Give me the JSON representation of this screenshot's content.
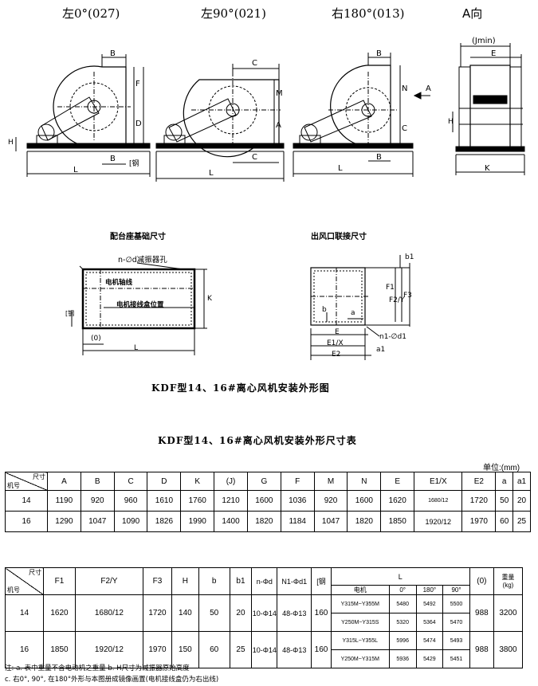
{
  "views": [
    {
      "title": "左0°(027)"
    },
    {
      "title": "左90°(021)"
    },
    {
      "title": "右180°(013)"
    },
    {
      "title": "A向"
    }
  ],
  "dims": {
    "B": "B",
    "F": "F",
    "D": "D",
    "H": "H",
    "L": "L",
    "steel": "[钢",
    "C": "C",
    "M": "M",
    "A": "A",
    "N": "N",
    "E": "E",
    "K": "K",
    "Jmin": "(Jmin)",
    "arrowA": "A"
  },
  "base": {
    "title": "配台座基础尺寸",
    "holes": "n-∅d减振器孔",
    "motor_axis": "电机轴线",
    "junction": "电机接线盒位置",
    "O": "(0)",
    "L": "L",
    "K": "K",
    "steel": "[钢"
  },
  "outlet": {
    "title": "出风口联接尺寸",
    "b1": "b1",
    "F1": "F1",
    "F2Y": "F2/Y",
    "F3": "F3",
    "b": "b",
    "a": "a",
    "n1d1": "n1-∅d1",
    "a1": "a1",
    "E": "E",
    "E1X": "E1/X",
    "E2": "E2"
  },
  "figure_caption": "KDF型14、16#离心风机安装外形图",
  "table_caption": "KDF型14、16#离心风机安装外形尺寸表",
  "unit": "单位:(mm)",
  "table1": {
    "corner_top": "尺寸",
    "corner_bottom": "机号",
    "headers": [
      "A",
      "B",
      "C",
      "D",
      "K",
      "(J)",
      "G",
      "F",
      "M",
      "N",
      "E",
      "E1/X",
      "E2",
      "a",
      "a1"
    ],
    "rows": [
      {
        "no": "14",
        "cells": [
          "1190",
          "920",
          "960",
          "1610",
          "1760",
          "1210",
          "1600",
          "1036",
          "920",
          "1600",
          "1620",
          "1680/12",
          "1720",
          "50",
          "20"
        ]
      },
      {
        "no": "16",
        "cells": [
          "1290",
          "1047",
          "1090",
          "1826",
          "1990",
          "1400",
          "1820",
          "1184",
          "1047",
          "1820",
          "1850",
          "1920/12",
          "1970",
          "60",
          "25"
        ]
      }
    ]
  },
  "table2": {
    "corner_top": "尺寸",
    "corner_bottom": "机号",
    "headers": [
      "F1",
      "F2/Y",
      "F3",
      "H",
      "b",
      "b1",
      "n-Φd",
      "N1-Φd1",
      "[钢"
    ],
    "L_header": "L",
    "motor_header": "电机",
    "angle_headers": [
      "0°",
      "180°",
      "90°"
    ],
    "O_header": "(0)",
    "weight_header": "重量",
    "weight_unit": "(kg)",
    "rows": [
      {
        "no": "14",
        "cells": [
          "1620",
          "1680/12",
          "1720",
          "140",
          "50",
          "20",
          "10-Φ14",
          "48-Φ13",
          "160"
        ],
        "motors": [
          {
            "model": "Y315M~Y355M",
            "v0": "5480",
            "v180": "5492",
            "v90": "5500"
          },
          {
            "model": "Y250M~Y315S",
            "v0": "5320",
            "v180": "5364",
            "v90": "5470"
          }
        ],
        "O": "988",
        "weight": "3200"
      },
      {
        "no": "16",
        "cells": [
          "1850",
          "1920/12",
          "1970",
          "150",
          "60",
          "25",
          "10-Φ14",
          "48-Φ13",
          "160"
        ],
        "motors": [
          {
            "model": "Y315L~Y355L",
            "v0": "5996",
            "v180": "5474",
            "v90": "5493"
          },
          {
            "model": "Y250M~Y315M",
            "v0": "5936",
            "v180": "5429",
            "v90": "5451"
          }
        ],
        "O": "988",
        "weight": "3800"
      }
    ]
  },
  "notes": [
    "注: a. 表中重量不含电动机之重量       b. H尺寸为减振器原始高度",
    "c. 右0°, 90°, 在180°外形与本图册成镜像画置(电机接线盒仍为右出线)"
  ]
}
